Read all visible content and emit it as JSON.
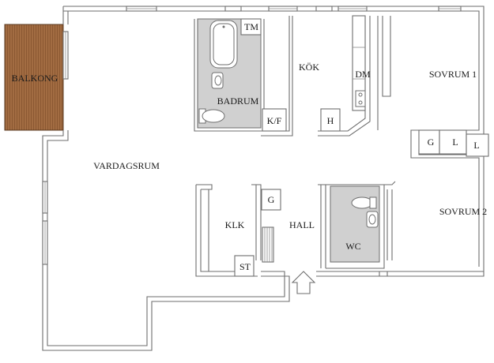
{
  "plan": {
    "rooms": {
      "balcony": "BALKONG",
      "living": "VARDAGSRUM",
      "bath": "BADRUM",
      "kitchen": "KÖK",
      "bed1": "SOVRUM 1",
      "bed2": "SOVRUM 2",
      "closet": "KLK",
      "hall": "HALL",
      "wc": "WC"
    },
    "fixtures": {
      "tm": "TM",
      "kf": "K/F",
      "h": "H",
      "dm": "DM",
      "g_bed": "G",
      "l1": "L",
      "l2": "L",
      "g_hall": "G",
      "st": "ST"
    },
    "colors": {
      "wall": "#6e6e6e",
      "wet_area": "#d0d0d0",
      "balcony_wood": "#a06a40"
    }
  }
}
